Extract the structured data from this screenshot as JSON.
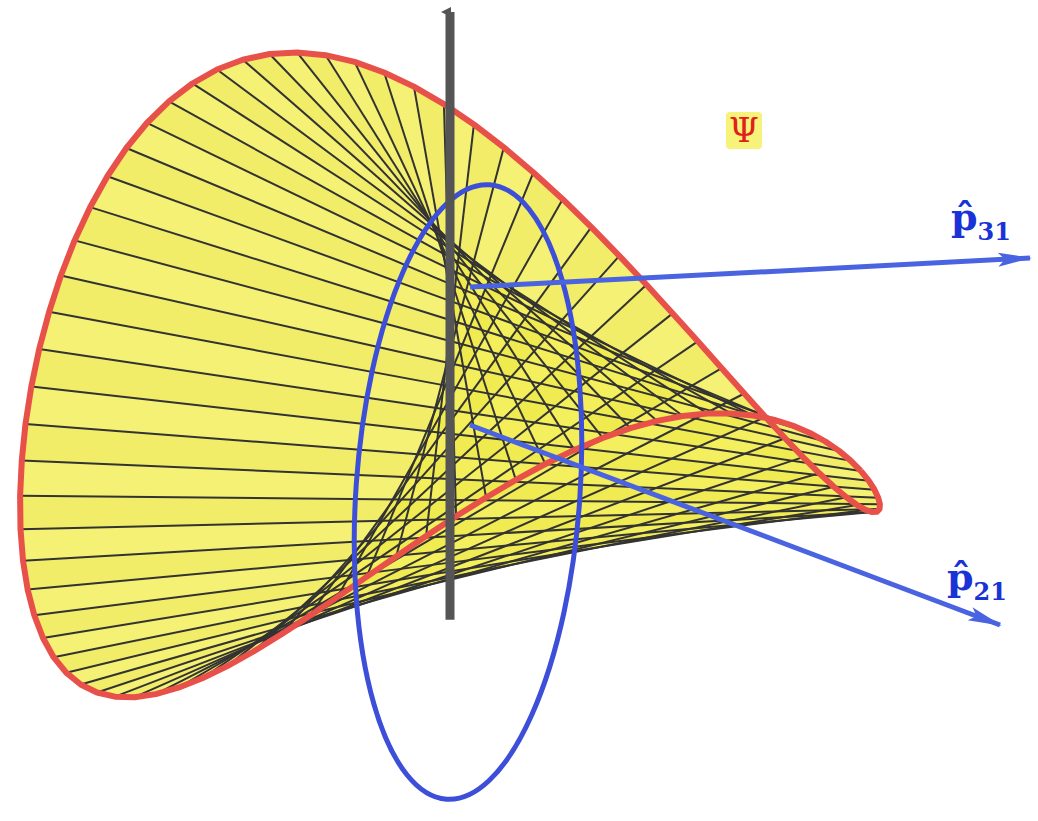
{
  "diagram": {
    "labels": [
      "Ψ",
      "p̂",
      "31",
      "p̂",
      "21"
    ]
  }
}
